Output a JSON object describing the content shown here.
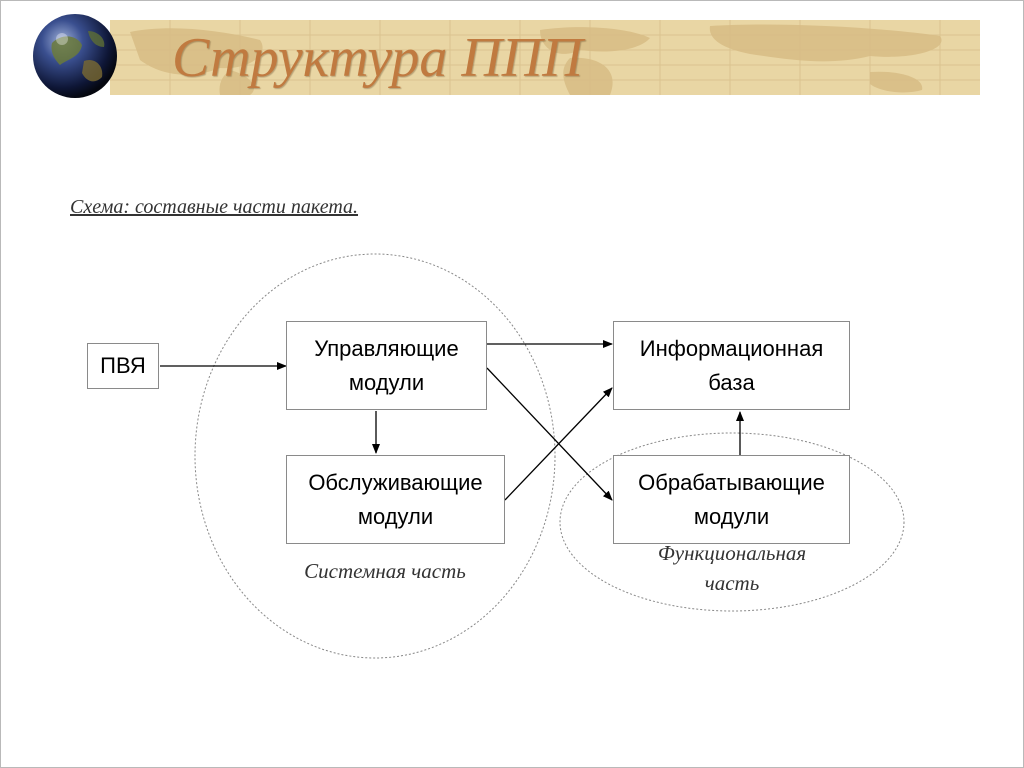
{
  "slide": {
    "title": "Структура ППП",
    "caption": "Схема: составные части пакета."
  },
  "diagram": {
    "nodes": {
      "pvya": "ПВЯ",
      "control_modules": "Управляющие\nмодули",
      "service_modules": "Обслуживающие\nмодули",
      "info_base": "Информационная\nбаза",
      "processing_modules": "Обрабатывающие\nмодули"
    },
    "regions": {
      "system": "Системная часть",
      "functional": "Функциональная\nчасть"
    },
    "edges": [
      {
        "from": "pvya",
        "to": "control_modules"
      },
      {
        "from": "control_modules",
        "to": "service_modules"
      },
      {
        "from": "control_modules",
        "to": "info_base"
      },
      {
        "from": "control_modules",
        "to": "processing_modules"
      },
      {
        "from": "service_modules",
        "to": "info_base"
      },
      {
        "from": "processing_modules",
        "to": "info_base"
      }
    ]
  },
  "colors": {
    "title": "#c07a40",
    "banner": "#e9d6a4",
    "map_lines": "#d9c08a"
  },
  "icons": {
    "globe": "globe-icon",
    "banner_background": "world-map-pattern"
  }
}
